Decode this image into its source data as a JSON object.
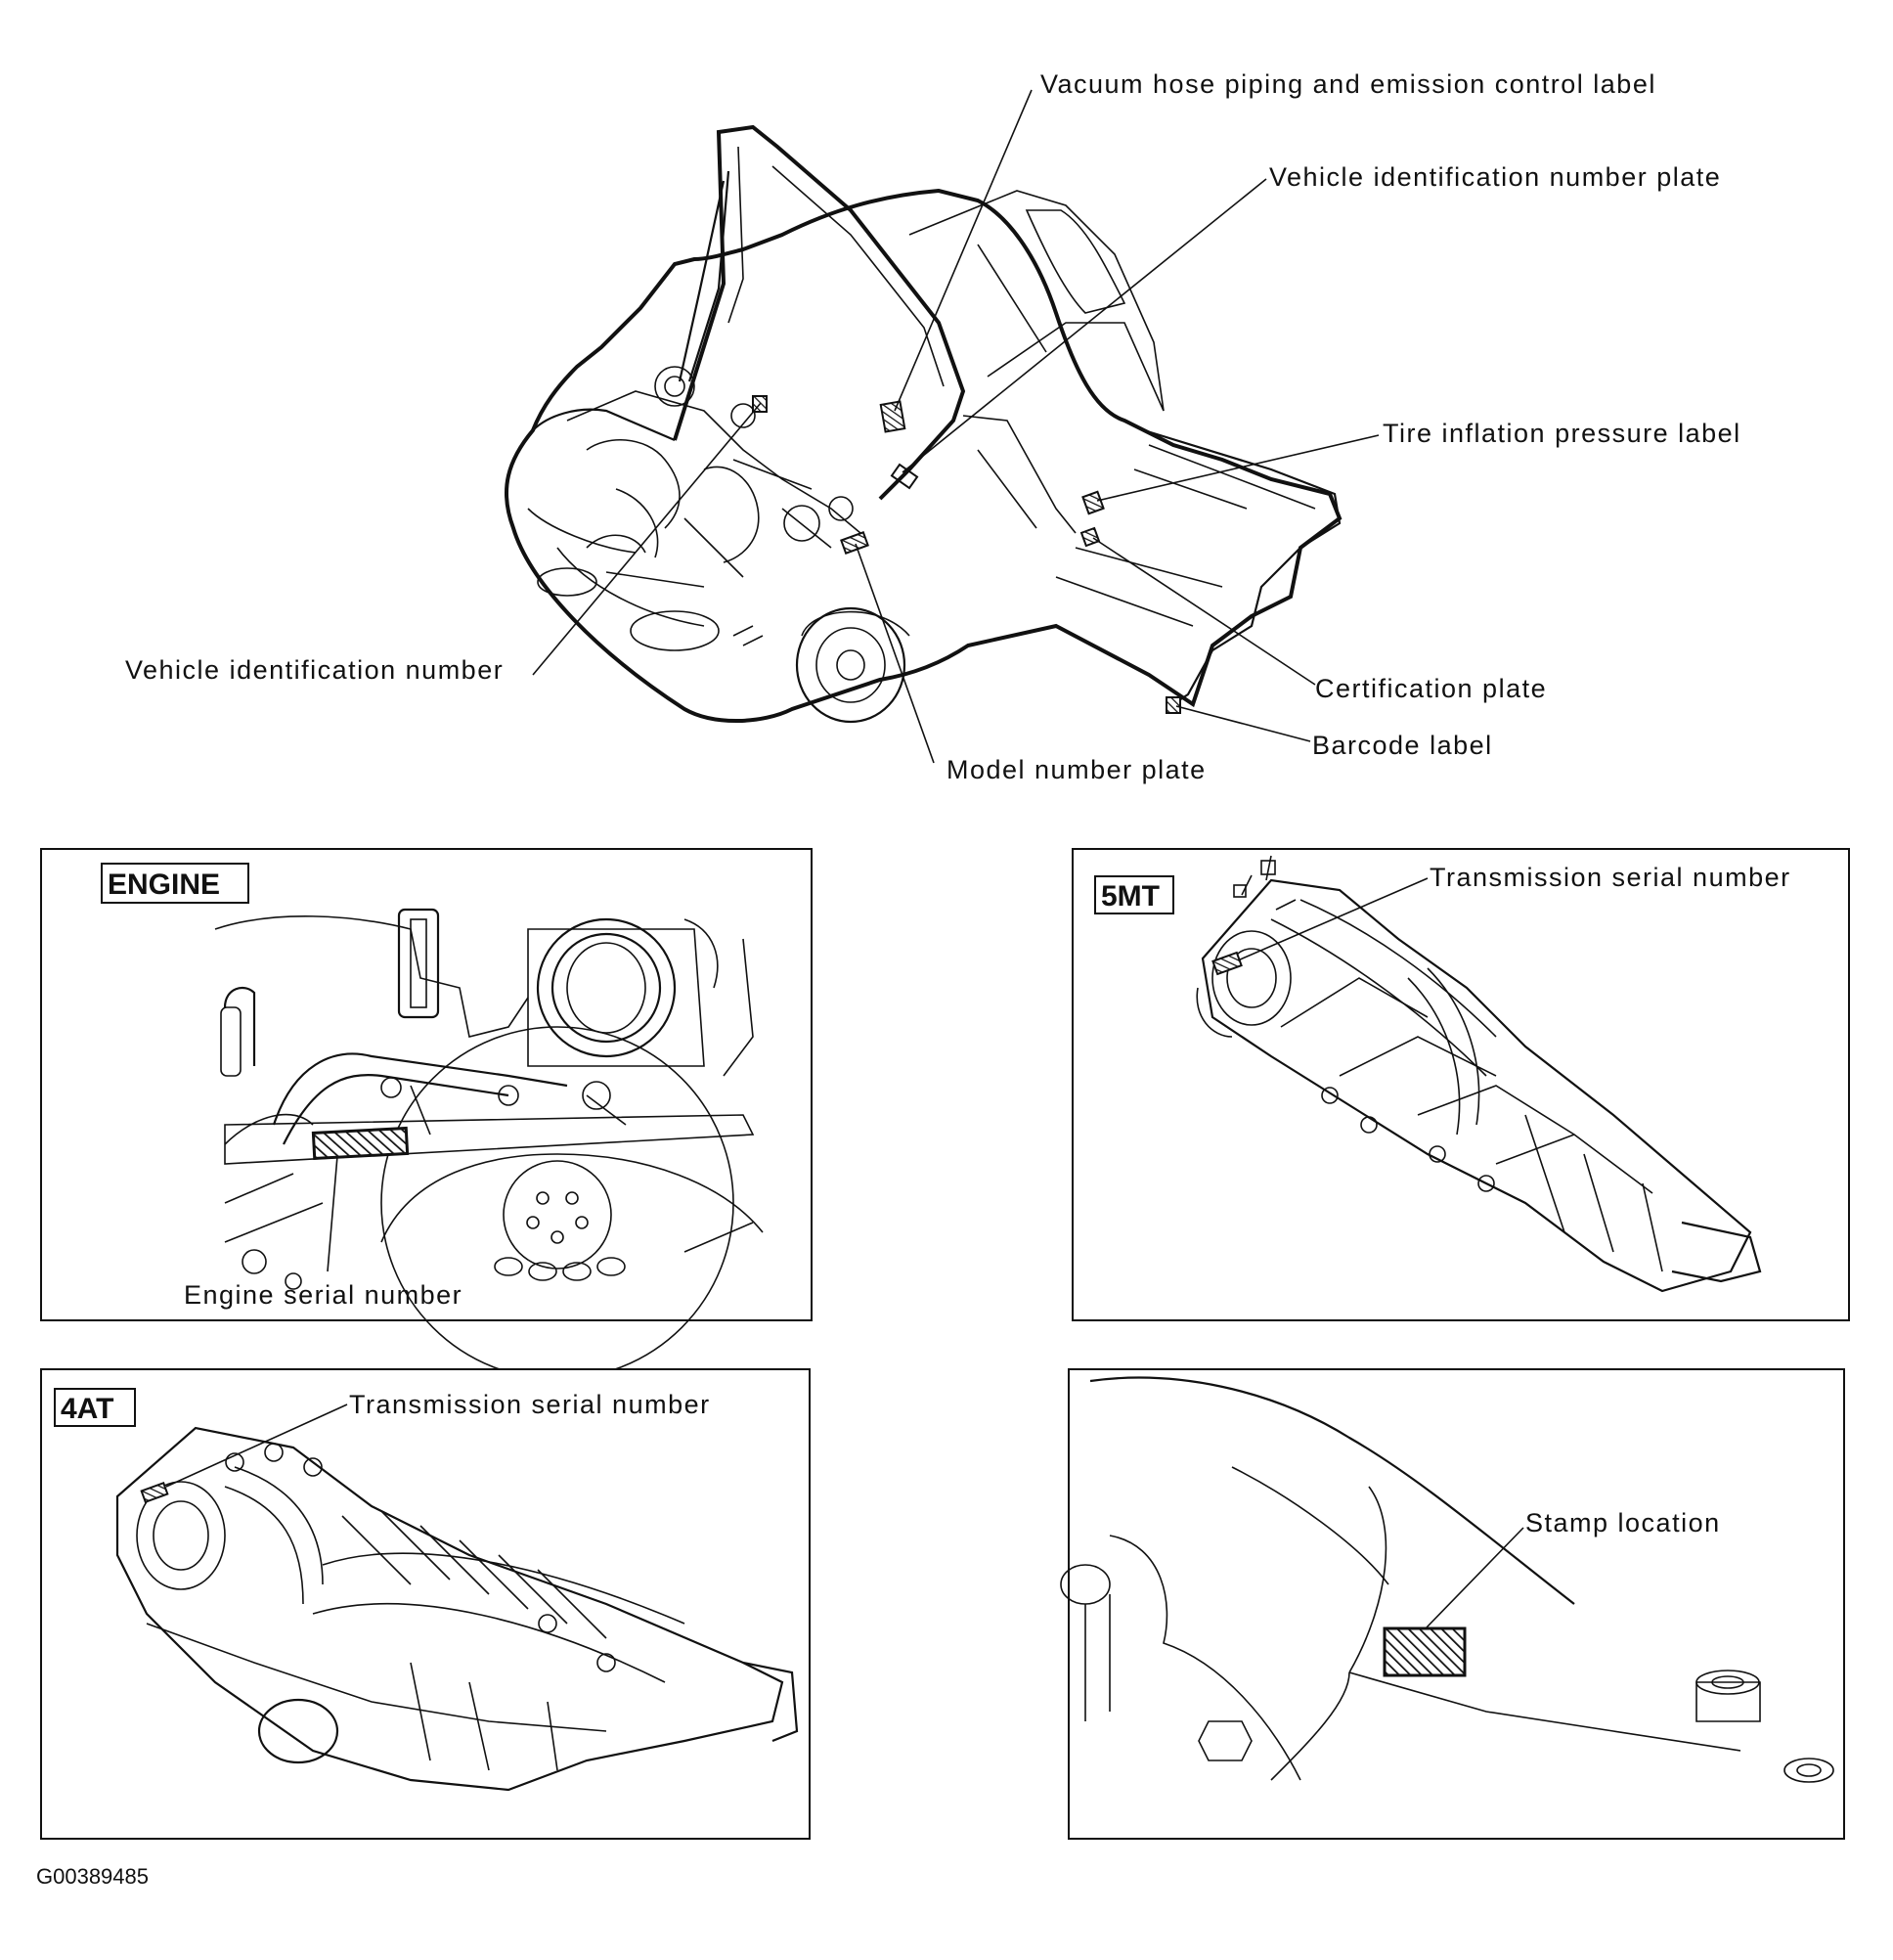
{
  "vehicle_callouts": {
    "vacuum_hose": "Vacuum hose piping and emission control label",
    "vin_plate": "Vehicle identification number plate",
    "tire_inflation": "Tire inflation pressure label",
    "vin": "Vehicle identification number",
    "certification": "Certification plate",
    "barcode": "Barcode label",
    "model_number": "Model number plate"
  },
  "panels": {
    "engine": {
      "title": "ENGINE",
      "callout": "Engine serial number"
    },
    "mt5": {
      "title": "5MT",
      "callout": "Transmission serial number"
    },
    "at4": {
      "title": "4AT",
      "callout": "Transmission serial number"
    },
    "stamp": {
      "callout": "Stamp location"
    }
  },
  "figure_id": "G00389485"
}
